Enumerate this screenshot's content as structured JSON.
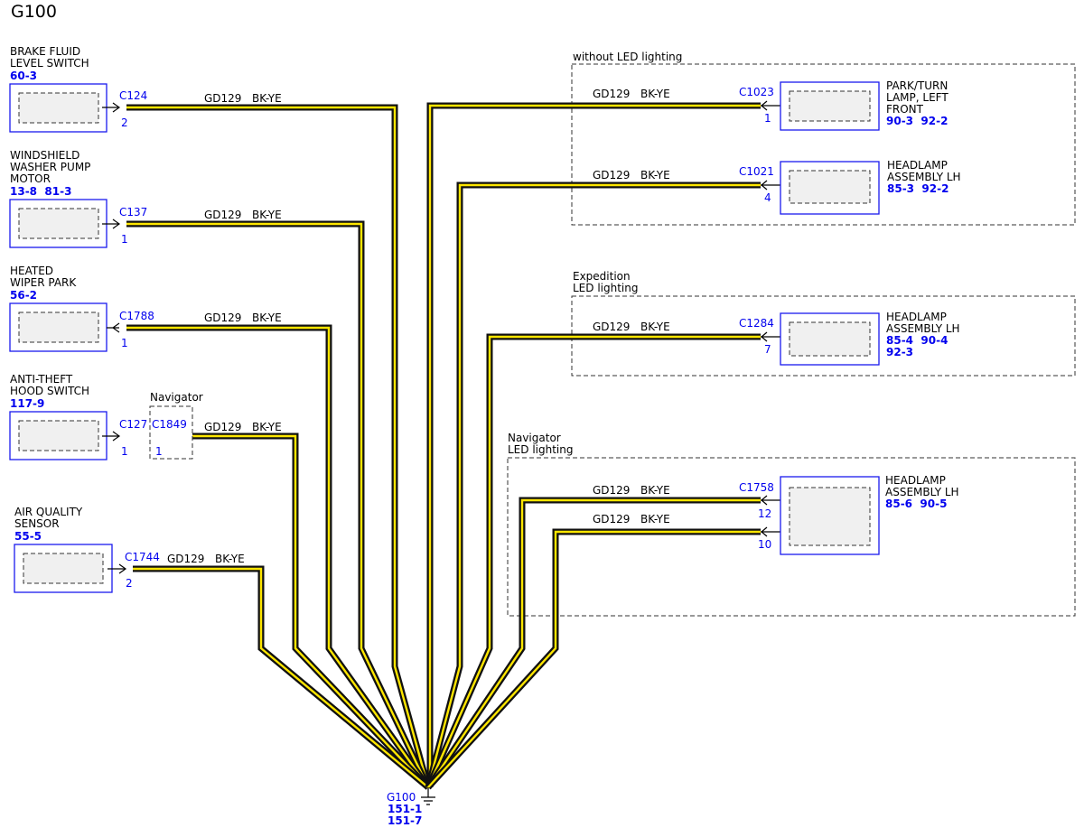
{
  "title": "G100",
  "wire_label": "GD129",
  "wire_color": "BK-YE",
  "wire_colors_hex": {
    "outer": "#111111",
    "stripe": "#ffe600",
    "component_border": "#1a1aee",
    "ref_text": "#0000ee"
  },
  "left_components": [
    {
      "name_lines": [
        "BRAKE FLUID",
        "LEVEL SWITCH"
      ],
      "refs": [
        "60-3"
      ],
      "connector": "C124",
      "pin": "2"
    },
    {
      "name_lines": [
        "WINDSHIELD",
        "WASHER PUMP",
        "MOTOR"
      ],
      "refs": [
        "13-8  81-3"
      ],
      "connector": "C137",
      "pin": "1"
    },
    {
      "name_lines": [
        "HEATED",
        "WIPER PARK"
      ],
      "refs": [
        "56-2"
      ],
      "connector": "C1788",
      "pin": "1"
    },
    {
      "name_lines": [
        "ANTI-THEFT",
        "HOOD SWITCH"
      ],
      "refs": [
        "117-9"
      ],
      "connector": "C127",
      "pin": "1",
      "inline_connector": "C1849",
      "inline_pin": "1",
      "inline_group": "Navigator"
    },
    {
      "name_lines": [
        "AIR QUALITY",
        "SENSOR"
      ],
      "refs": [
        "55-5"
      ],
      "connector": "C1744",
      "pin": "2"
    }
  ],
  "groups": [
    {
      "label_lines": [
        "without LED lighting"
      ]
    },
    {
      "label_lines": [
        "Expedition",
        "LED lighting"
      ]
    },
    {
      "label_lines": [
        "Navigator",
        "LED lighting"
      ]
    }
  ],
  "right_components": [
    {
      "name_lines": [
        "PARK/TURN",
        "LAMP, LEFT",
        "FRONT"
      ],
      "refs": [
        "90-3  92-2"
      ],
      "connector": "C1023",
      "pin": "1"
    },
    {
      "name_lines": [
        "HEADLAMP",
        "ASSEMBLY LH"
      ],
      "refs": [
        "85-3  92-2"
      ],
      "connector": "C1021",
      "pin": "4"
    },
    {
      "name_lines": [
        "HEADLAMP",
        "ASSEMBLY LH"
      ],
      "refs": [
        "85-4  90-4",
        "92-3"
      ],
      "connector": "C1284",
      "pin": "7"
    },
    {
      "name_lines": [
        "HEADLAMP",
        "ASSEMBLY LH"
      ],
      "refs": [
        "85-6  90-5"
      ],
      "connector": "C1758",
      "pins": [
        "12",
        "10"
      ]
    }
  ],
  "ground": {
    "name": "G100",
    "refs": [
      "151-1",
      "151-7"
    ]
  }
}
